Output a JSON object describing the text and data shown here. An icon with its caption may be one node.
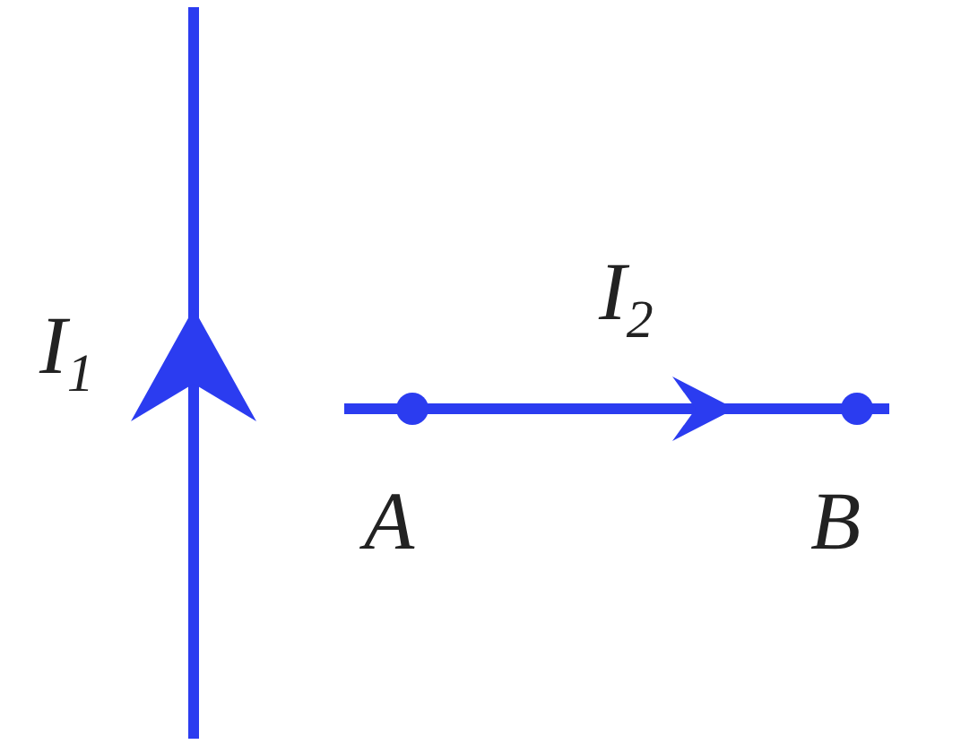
{
  "diagram": {
    "labels": [
      "I$_{1}$",
      "I$_{2}$",
      "A",
      "B"
    ]
  }
}
